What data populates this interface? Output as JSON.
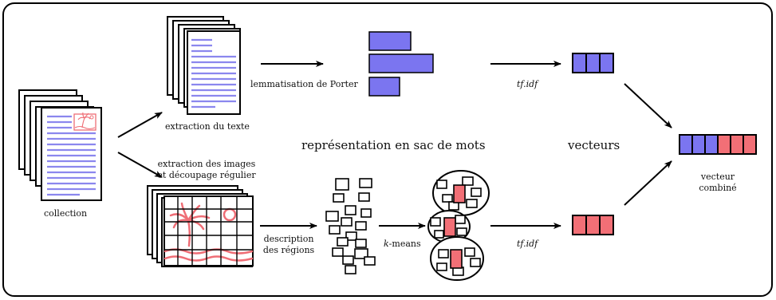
{
  "colors": {
    "blue_fill": "#7b75f0",
    "red_fill": "#f26f76",
    "stroke": "#000000",
    "doc_line": "#8b87ee",
    "image_line": "#ef6e76",
    "background": "#ffffff"
  },
  "labels": {
    "collection": "collection",
    "extraction_texte": "extraction du texte",
    "extraction_images_1": "extraction des images",
    "extraction_images_2": "et découpage régulier",
    "lemmatisation": "lemmatisation de Porter",
    "sac_de_mots": "représentation en sac de mots",
    "vecteurs": "vecteurs",
    "tfidf_top": "tf.idf",
    "tfidf_bottom": "tf.idf",
    "description_1": "description",
    "description_2": "des régions",
    "kmeans_k": "k",
    "kmeans_rest": "-means",
    "vecteur_combine_1": "vecteur",
    "vecteur_combine_2": "combiné"
  },
  "icons": {
    "document_stack": "document-stack-icon",
    "image_grid_stack": "image-grid-stack-icon",
    "histogram": "histogram-icon",
    "vector": "vector-icon",
    "region_cluster": "region-cluster-icon"
  }
}
